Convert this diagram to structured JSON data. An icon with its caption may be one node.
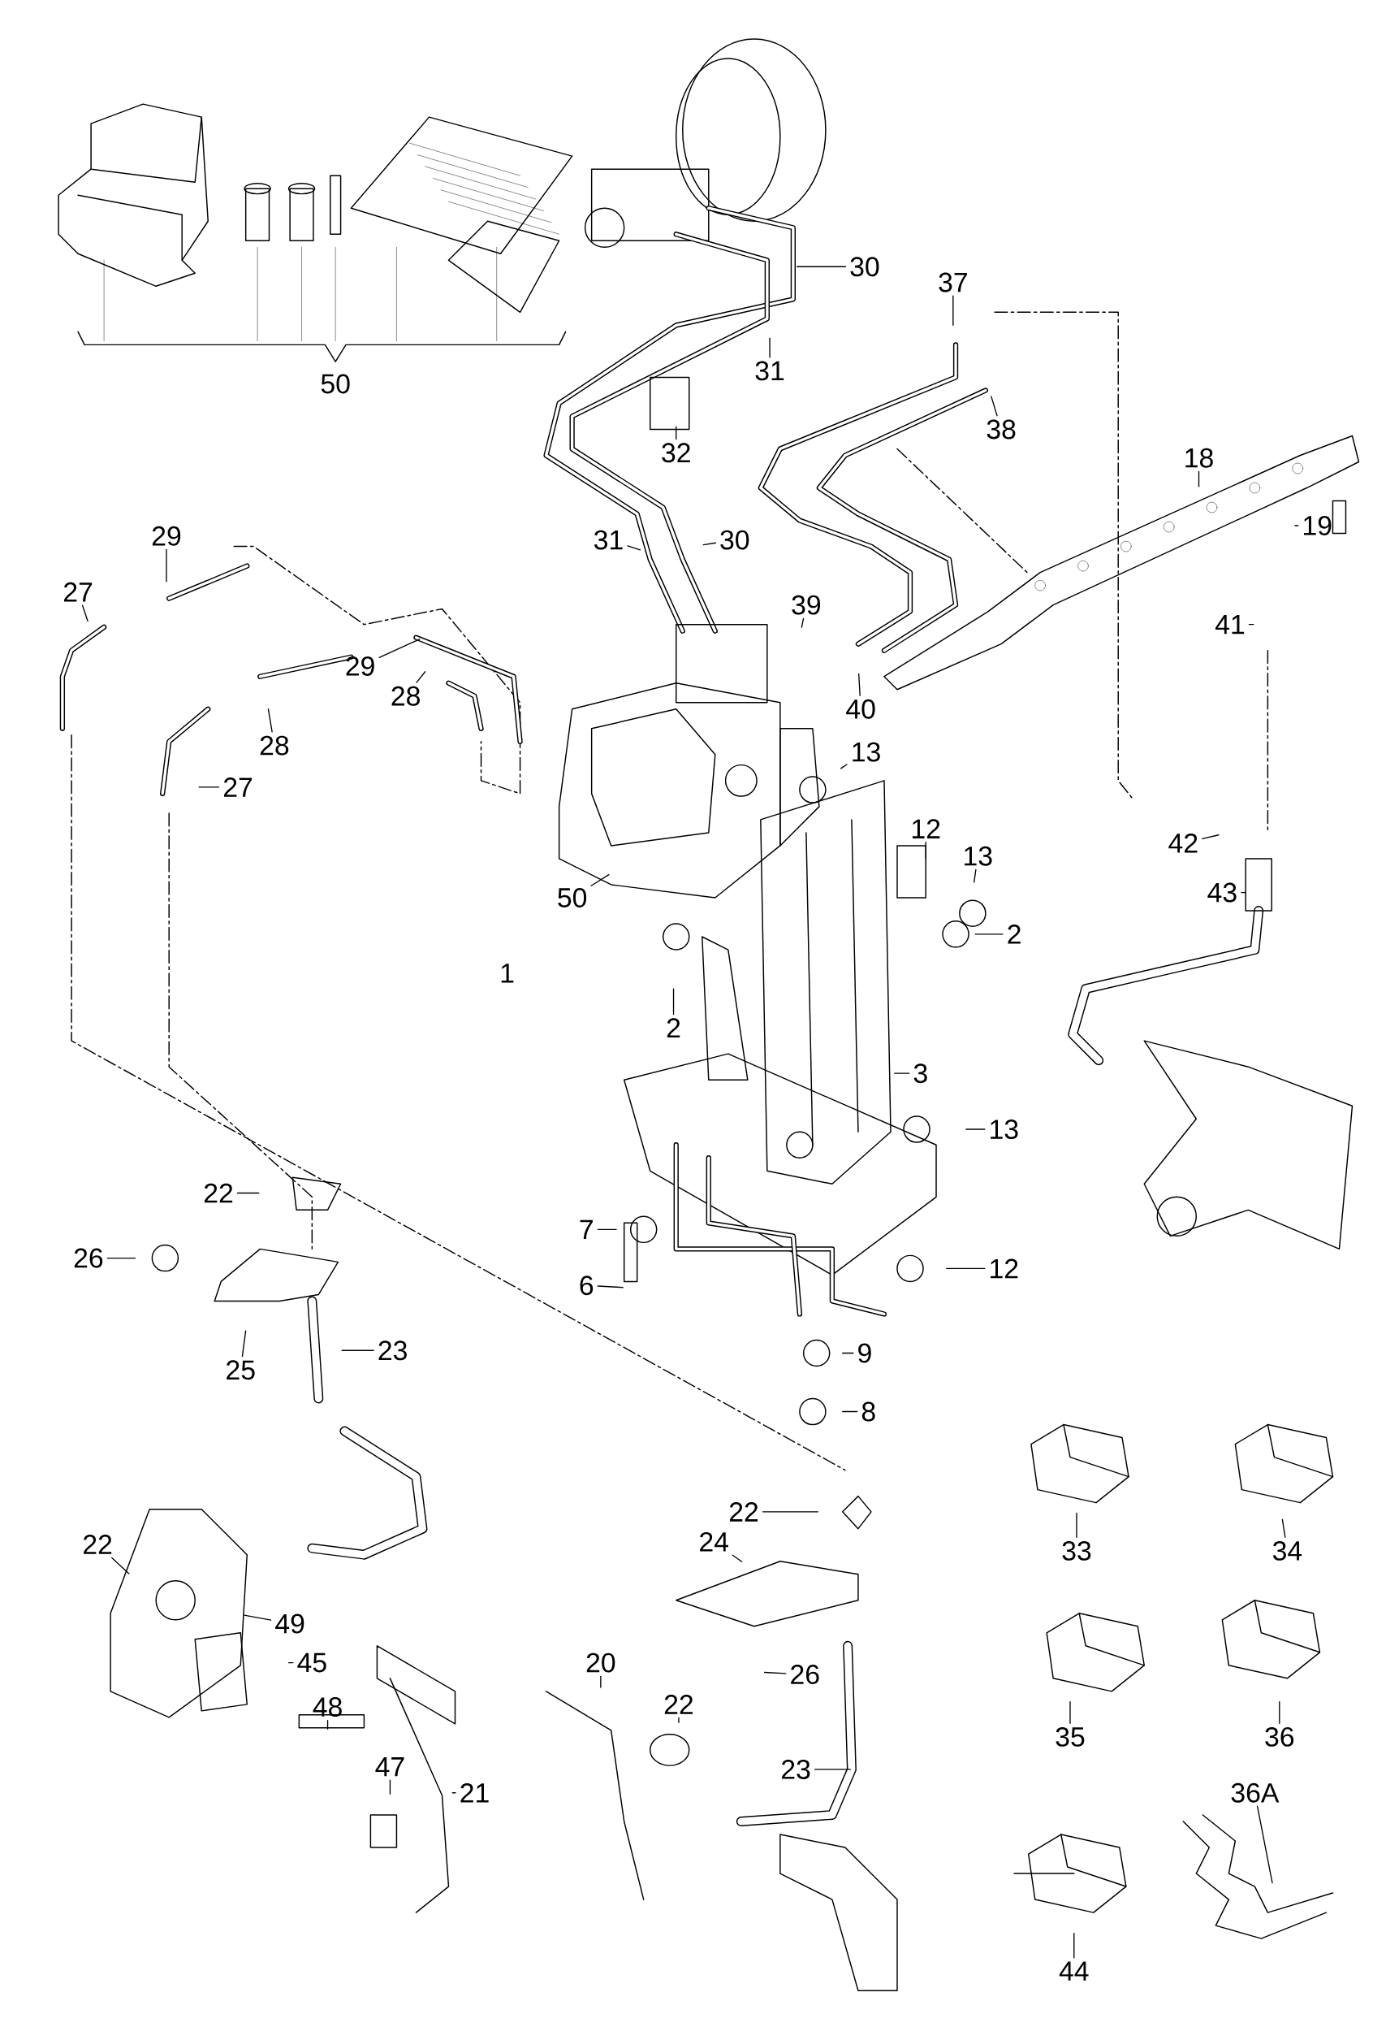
{
  "diagram": {
    "nodes": [
      {
        "text": [
          "30"
        ]
      },
      {
        "text": [
          "31"
        ]
      },
      {
        "text": [
          "32"
        ]
      },
      {
        "text": [
          "37"
        ]
      },
      {
        "text": [
          "38"
        ]
      },
      {
        "text": [
          "18"
        ]
      },
      {
        "text": [
          "19"
        ]
      },
      {
        "text": [
          "29"
        ]
      },
      {
        "text": [
          "27"
        ]
      },
      {
        "text": [
          "31"
        ]
      },
      {
        "text": [
          "30"
        ]
      },
      {
        "text": [
          "39"
        ]
      },
      {
        "text": [
          "41"
        ]
      },
      {
        "text": [
          "29"
        ]
      },
      {
        "text": [
          "28"
        ]
      },
      {
        "text": [
          "28"
        ]
      },
      {
        "text": [
          "40"
        ]
      },
      {
        "text": [
          "27"
        ]
      },
      {
        "text": [
          "13"
        ]
      },
      {
        "text": [
          "12"
        ]
      },
      {
        "text": [
          "13"
        ]
      },
      {
        "text": [
          "42"
        ]
      },
      {
        "text": [
          "43"
        ]
      },
      {
        "text": [
          "50"
        ]
      },
      {
        "text": [
          "2"
        ]
      },
      {
        "text": [
          "2"
        ]
      },
      {
        "text": [
          "3"
        ]
      },
      {
        "text": [
          "13"
        ]
      },
      {
        "text": [
          "22"
        ]
      },
      {
        "text": [
          "26"
        ]
      },
      {
        "text": [
          "7"
        ]
      },
      {
        "text": [
          "6"
        ]
      },
      {
        "text": [
          "12"
        ]
      },
      {
        "text": [
          "25"
        ]
      },
      {
        "text": [
          "23"
        ]
      },
      {
        "text": [
          "9"
        ]
      },
      {
        "text": [
          "8"
        ]
      },
      {
        "text": [
          "33"
        ]
      },
      {
        "text": [
          "34"
        ]
      },
      {
        "text": [
          "22"
        ]
      },
      {
        "text": [
          "22"
        ]
      },
      {
        "text": [
          "24"
        ]
      },
      {
        "text": [
          "49"
        ]
      },
      {
        "text": [
          "45"
        ]
      },
      {
        "text": [
          "26"
        ]
      },
      {
        "text": [
          "20"
        ]
      },
      {
        "text": [
          "22"
        ]
      },
      {
        "text": [
          "48"
        ]
      },
      {
        "text": [
          "35"
        ]
      },
      {
        "text": [
          "36"
        ]
      },
      {
        "text": [
          "47"
        ]
      },
      {
        "text": [
          "21"
        ]
      },
      {
        "text": [
          "23"
        ]
      },
      {
        "text": [
          "36A"
        ]
      },
      {
        "text": [
          "44"
        ]
      }
    ],
    "edges": [
      {
        "from": 0,
        "to": null,
        "arrow": "none"
      },
      {
        "from": 1,
        "to": null,
        "arrow": "none"
      },
      {
        "from": 2,
        "to": null,
        "arrow": "none"
      },
      {
        "from": 3,
        "to": null,
        "arrow": "none"
      },
      {
        "from": 4,
        "to": null,
        "arrow": "none"
      },
      {
        "from": 5,
        "to": null,
        "arrow": "none"
      },
      {
        "from": 6,
        "to": null,
        "arrow": "none"
      },
      {
        "from": 7,
        "to": null,
        "arrow": "none"
      },
      {
        "from": 8,
        "to": null,
        "arrow": "none"
      },
      {
        "from": 9,
        "to": null,
        "arrow": "none"
      },
      {
        "from": 10,
        "to": null,
        "arrow": "none"
      },
      {
        "from": 11,
        "to": null,
        "arrow": "none"
      },
      {
        "from": 12,
        "to": null,
        "arrow": "none"
      },
      {
        "from": 13,
        "to": null,
        "arrow": "none"
      },
      {
        "from": 14,
        "to": null,
        "arrow": "none"
      },
      {
        "from": 15,
        "to": null,
        "arrow": "none"
      },
      {
        "from": 16,
        "to": null,
        "arrow": "none"
      },
      {
        "from": 17,
        "to": null,
        "arrow": "none"
      },
      {
        "from": 18,
        "to": null,
        "arrow": "none"
      },
      {
        "from": 19,
        "to": null,
        "arrow": "none"
      },
      {
        "from": 20,
        "to": null,
        "arrow": "none"
      },
      {
        "from": 21,
        "to": null,
        "arrow": "none"
      },
      {
        "from": 22,
        "to": null,
        "arrow": "none"
      },
      {
        "from": 23,
        "to": null,
        "arrow": "none"
      },
      {
        "from": 24,
        "to": null,
        "arrow": "none"
      },
      {
        "from": 25,
        "to": null,
        "arrow": "none"
      },
      {
        "from": 26,
        "to": null,
        "arrow": "none"
      },
      {
        "from": 27,
        "to": null,
        "arrow": "none"
      },
      {
        "from": 28,
        "to": null,
        "arrow": "none"
      },
      {
        "from": 29,
        "to": null,
        "arrow": "none"
      },
      {
        "from": 30,
        "to": null,
        "arrow": "none"
      },
      {
        "from": 31,
        "to": null,
        "arrow": "none"
      },
      {
        "from": 32,
        "to": null,
        "arrow": "none"
      },
      {
        "from": 33,
        "to": null,
        "arrow": "none"
      },
      {
        "from": 34,
        "to": null,
        "arrow": "none"
      },
      {
        "from": 35,
        "to": null,
        "arrow": "none"
      },
      {
        "from": 36,
        "to": null,
        "arrow": "none"
      },
      {
        "from": 37,
        "to": null,
        "arrow": "none"
      },
      {
        "from": 38,
        "to": null,
        "arrow": "none"
      },
      {
        "from": 39,
        "to": null,
        "arrow": "none"
      },
      {
        "from": 40,
        "to": null,
        "arrow": "none"
      },
      {
        "from": 41,
        "to": null,
        "arrow": "none"
      },
      {
        "from": 42,
        "to": null,
        "arrow": "none"
      },
      {
        "from": 43,
        "to": null,
        "arrow": "none"
      },
      {
        "from": 44,
        "to": null,
        "arrow": "none"
      },
      {
        "from": 45,
        "to": null,
        "arrow": "none"
      },
      {
        "from": 46,
        "to": null,
        "arrow": "none"
      },
      {
        "from": 47,
        "to": null,
        "arrow": "none"
      },
      {
        "from": 48,
        "to": null,
        "arrow": "none"
      },
      {
        "from": 49,
        "to": null,
        "arrow": "none"
      },
      {
        "from": 50,
        "to": null,
        "arrow": "none"
      },
      {
        "from": 51,
        "to": null,
        "arrow": "none"
      },
      {
        "from": 52,
        "to": null,
        "arrow": "none"
      },
      {
        "from": 53,
        "to": null,
        "arrow": "none"
      },
      {
        "from": 54,
        "to": null,
        "arrow": "none"
      }
    ],
    "labels": [
      "50",
      "1"
    ]
  }
}
